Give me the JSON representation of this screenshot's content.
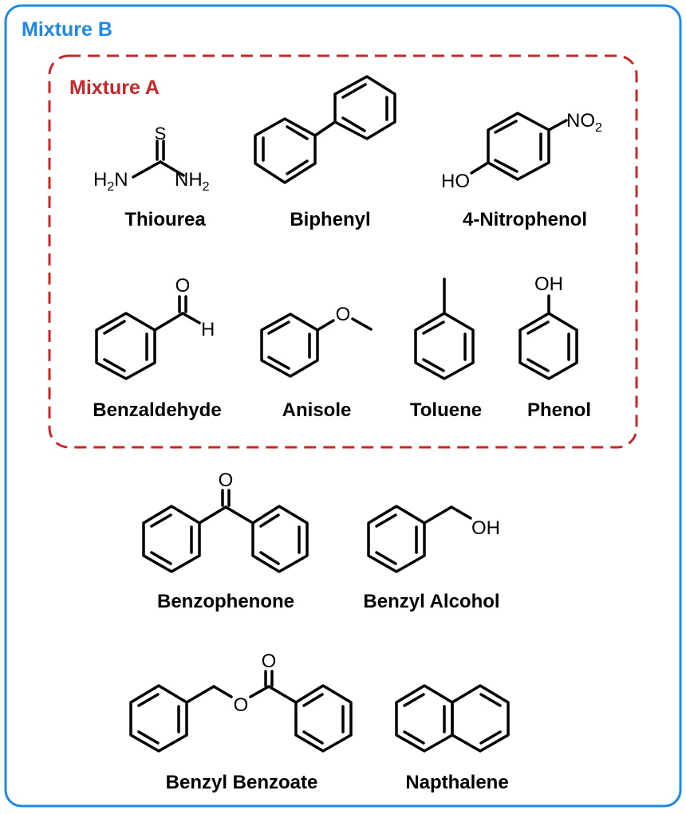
{
  "colors": {
    "mixture_b": "#1e88e5",
    "mixture_a": "#c62828",
    "structure": "#000000"
  },
  "mixture_b": {
    "label": "Mixture B"
  },
  "mixture_a": {
    "label": "Mixture A"
  },
  "compounds": {
    "thiourea": {
      "name": "Thiourea",
      "atoms": {
        "s": "S",
        "h2n": "H",
        "h2n_sub": "2",
        "h2n_n": "N",
        "nh2_n": "NH",
        "nh2_sub": "2"
      }
    },
    "biphenyl": {
      "name": "Biphenyl"
    },
    "nitrophenol": {
      "name": "4-Nitrophenol",
      "atoms": {
        "no2": "NO",
        "no2_sub": "2",
        "ho": "HO"
      }
    },
    "benzaldehyde": {
      "name": "Benzaldehyde",
      "atoms": {
        "o": "O",
        "h": "H"
      }
    },
    "anisole": {
      "name": "Anisole",
      "atoms": {
        "o": "O"
      }
    },
    "toluene": {
      "name": "Toluene"
    },
    "phenol": {
      "name": "Phenol",
      "atoms": {
        "oh": "OH"
      }
    },
    "benzophenone": {
      "name": "Benzophenone",
      "atoms": {
        "o": "O"
      }
    },
    "benzyl_alcohol": {
      "name": "Benzyl Alcohol",
      "atoms": {
        "oh": "OH"
      }
    },
    "benzyl_benzoate": {
      "name": "Benzyl Benzoate",
      "atoms": {
        "o_ester": "O",
        "o_carbonyl": "O"
      }
    },
    "napthalene": {
      "name": "Napthalene"
    }
  }
}
